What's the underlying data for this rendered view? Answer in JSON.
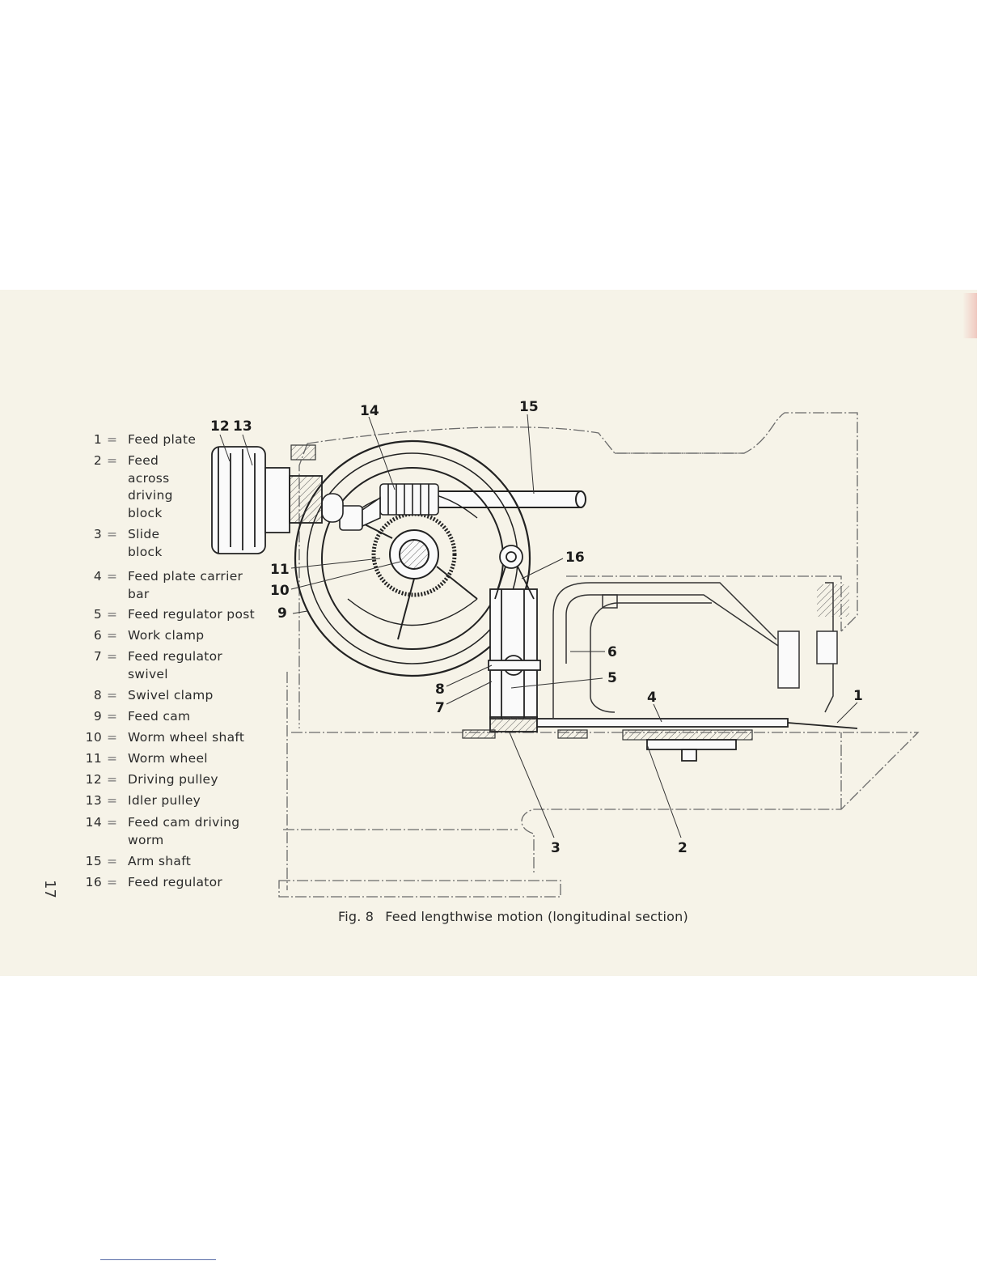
{
  "page_number": "17",
  "caption": {
    "fig": "Fig. 8",
    "text": "Feed lengthwise motion (longitudinal section)"
  },
  "legend": [
    {
      "num": "1",
      "eq": "=",
      "text": "Feed plate"
    },
    {
      "num": "2",
      "eq": "=",
      "text": "Feed across driving block"
    },
    {
      "num": "3",
      "eq": "=",
      "text": "Slide block"
    },
    {
      "num": "4",
      "eq": "=",
      "text": "Feed plate carrier bar"
    },
    {
      "num": "5",
      "eq": "=",
      "text": "Feed regulator post"
    },
    {
      "num": "6",
      "eq": "=",
      "text": "Work clamp"
    },
    {
      "num": "7",
      "eq": "=",
      "text": "Feed regulator swivel"
    },
    {
      "num": "8",
      "eq": "=",
      "text": "Swivel clamp"
    },
    {
      "num": "9",
      "eq": "=",
      "text": "Feed cam"
    },
    {
      "num": "10",
      "eq": "=",
      "text": "Worm wheel shaft"
    },
    {
      "num": "11",
      "eq": "=",
      "text": "Worm wheel"
    },
    {
      "num": "12",
      "eq": "=",
      "text": "Driving pulley"
    },
    {
      "num": "13",
      "eq": "=",
      "text": "Idler pulley"
    },
    {
      "num": "14",
      "eq": "=",
      "text": "Feed cam driving worm"
    },
    {
      "num": "15",
      "eq": "=",
      "text": "Arm shaft"
    },
    {
      "num": "16",
      "eq": "=",
      "text": "Feed regulator"
    }
  ],
  "callouts": {
    "c12": "12",
    "c13": "13",
    "c14": "14",
    "c15": "15",
    "c16": "16",
    "c11": "11",
    "c10": "10",
    "c9": "9",
    "c6": "6",
    "c5": "5",
    "c8": "8",
    "c7": "7",
    "c4": "4",
    "c1": "1",
    "c3": "3",
    "c2": "2"
  }
}
